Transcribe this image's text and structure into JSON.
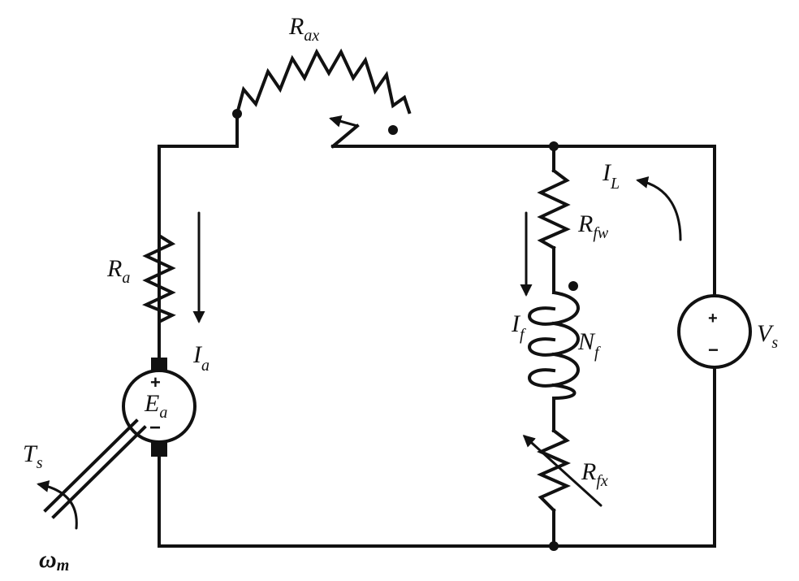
{
  "components": {
    "rax": {
      "symbol": "R",
      "sub": "ax"
    },
    "ra": {
      "symbol": "R",
      "sub": "a"
    },
    "ea": {
      "symbol": "E",
      "sub": "a",
      "plus": "+",
      "minus": "−"
    },
    "rfw": {
      "symbol": "R",
      "sub": "fw"
    },
    "nf": {
      "symbol": "N",
      "sub": "f"
    },
    "rfx": {
      "symbol": "R",
      "sub": "fx"
    },
    "vs": {
      "symbol": "V",
      "sub": "s",
      "plus": "+",
      "minus": "−"
    }
  },
  "currents": {
    "ia": {
      "symbol": "I",
      "sub": "a"
    },
    "if": {
      "symbol": "I",
      "sub": "f"
    },
    "il": {
      "symbol": "I",
      "sub": "L"
    }
  },
  "mechanical": {
    "torque": {
      "symbol": "T",
      "sub": "s"
    },
    "speed": {
      "symbol": "ω",
      "sub": "m"
    }
  }
}
